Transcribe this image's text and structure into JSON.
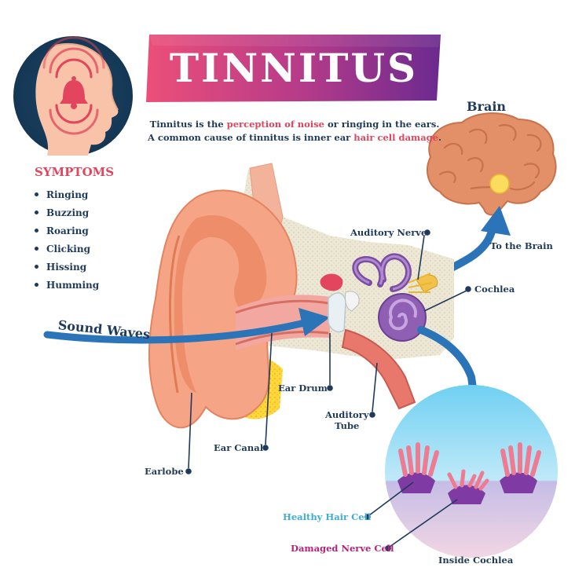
{
  "title": "TINNITUS",
  "intro": {
    "line1_a": "Tinnitus is the ",
    "line1_b": "perception of noise",
    "line1_c": " or ringing in the ears.",
    "line2_a": "A common cause of tinnitus is inner ear ",
    "line2_b": "hair cell damage",
    "line2_c": "."
  },
  "symptoms": {
    "title": "SYMPTOMS",
    "items": [
      "Ringing",
      "Buzzing",
      "Roaring",
      "Clicking",
      "Hissing",
      "Humming"
    ]
  },
  "labels": {
    "brain": "Brain",
    "to_the_brain": "To the Brain",
    "auditory_nerve": "Auditory Nerve",
    "cochlea": "Cochlea",
    "sound_waves": "Sound Waves",
    "ear_drum": "Ear Drum",
    "auditory_tube_1": "Auditory",
    "auditory_tube_2": "Tube",
    "ear_canal": "Ear Canal",
    "earlobe": "Earlobe",
    "healthy_hair_cell": "Healthy Hair Cell",
    "damaged_nerve_cell": "Damaged Nerve Cell",
    "inside_cochlea": "Inside Cochlea"
  },
  "colors": {
    "navy": "#1f3a5a",
    "accent_red": "#e2455d",
    "banner_start": "#ea4c7a",
    "banner_end": "#6d2a8e",
    "arrow_blue": "#2b74b8",
    "skin": "#f4a07e",
    "cochlea_purple": "#8e5fb3"
  },
  "icons": [
    "head-sound-icon",
    "bell-icon",
    "brain-icon",
    "ear-icon",
    "cochlea-icon"
  ]
}
